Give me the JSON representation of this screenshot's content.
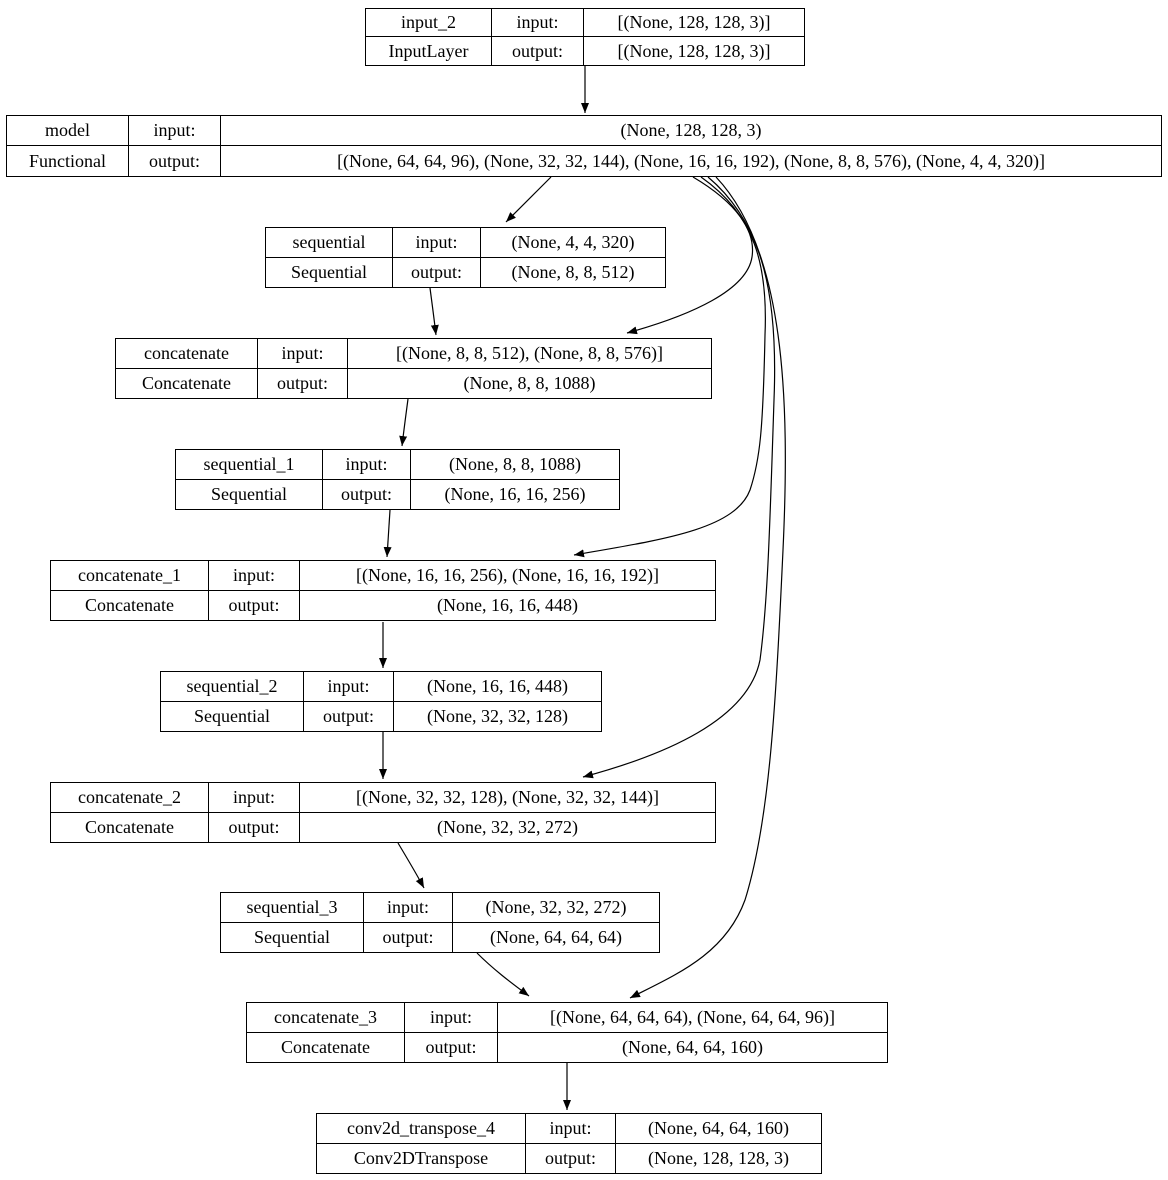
{
  "diagram": {
    "title": "Keras model architecture graph (plot_model)",
    "labels": {
      "input": "input:",
      "output": "output:"
    },
    "colors": {
      "stroke": "#000000",
      "background": "#ffffff",
      "text": "#000000"
    },
    "nodes": [
      {
        "name": "input_2",
        "class": "InputLayer",
        "input": "[(None, 128, 128, 3)]",
        "output": "[(None, 128, 128, 3)]"
      },
      {
        "name": "model",
        "class": "Functional",
        "input": "(None, 128, 128, 3)",
        "output": "[(None, 64, 64, 96), (None, 32, 32, 144), (None, 16, 16, 192), (None, 8, 8, 576), (None, 4, 4, 320)]"
      },
      {
        "name": "sequential",
        "class": "Sequential",
        "input": "(None, 4, 4, 320)",
        "output": "(None, 8, 8, 512)"
      },
      {
        "name": "concatenate",
        "class": "Concatenate",
        "input": "[(None, 8, 8, 512), (None, 8, 8, 576)]",
        "output": "(None, 8, 8, 1088)"
      },
      {
        "name": "sequential_1",
        "class": "Sequential",
        "input": "(None, 8, 8, 1088)",
        "output": "(None, 16, 16, 256)"
      },
      {
        "name": "concatenate_1",
        "class": "Concatenate",
        "input": "[(None, 16, 16, 256), (None, 16, 16, 192)]",
        "output": "(None, 16, 16, 448)"
      },
      {
        "name": "sequential_2",
        "class": "Sequential",
        "input": "(None, 16, 16, 448)",
        "output": "(None, 32, 32, 128)"
      },
      {
        "name": "concatenate_2",
        "class": "Concatenate",
        "input": "[(None, 32, 32, 128), (None, 32, 32, 144)]",
        "output": "(None, 32, 32, 272)"
      },
      {
        "name": "sequential_3",
        "class": "Sequential",
        "input": "(None, 32, 32, 272)",
        "output": "(None, 64, 64, 64)"
      },
      {
        "name": "concatenate_3",
        "class": "Concatenate",
        "input": "[(None, 64, 64, 64), (None, 64, 64, 96)]",
        "output": "(None, 64, 64, 160)"
      },
      {
        "name": "conv2d_transpose_4",
        "class": "Conv2DTranspose",
        "input": "(None, 64, 64, 160)",
        "output": "(None, 128, 128, 3)"
      }
    ],
    "edges": [
      {
        "from": "input_2",
        "to": "model"
      },
      {
        "from": "model",
        "to": "sequential"
      },
      {
        "from": "model",
        "to": "concatenate",
        "note": "skip (None, 8, 8, 576)"
      },
      {
        "from": "sequential",
        "to": "concatenate"
      },
      {
        "from": "concatenate",
        "to": "sequential_1"
      },
      {
        "from": "model",
        "to": "concatenate_1",
        "note": "skip (None, 16, 16, 192)"
      },
      {
        "from": "sequential_1",
        "to": "concatenate_1"
      },
      {
        "from": "concatenate_1",
        "to": "sequential_2"
      },
      {
        "from": "model",
        "to": "concatenate_2",
        "note": "skip (None, 32, 32, 144)"
      },
      {
        "from": "sequential_2",
        "to": "concatenate_2"
      },
      {
        "from": "concatenate_2",
        "to": "sequential_3"
      },
      {
        "from": "model",
        "to": "concatenate_3",
        "note": "skip (None, 64, 64, 96)"
      },
      {
        "from": "sequential_3",
        "to": "concatenate_3"
      },
      {
        "from": "concatenate_3",
        "to": "conv2d_transpose_4"
      }
    ]
  }
}
